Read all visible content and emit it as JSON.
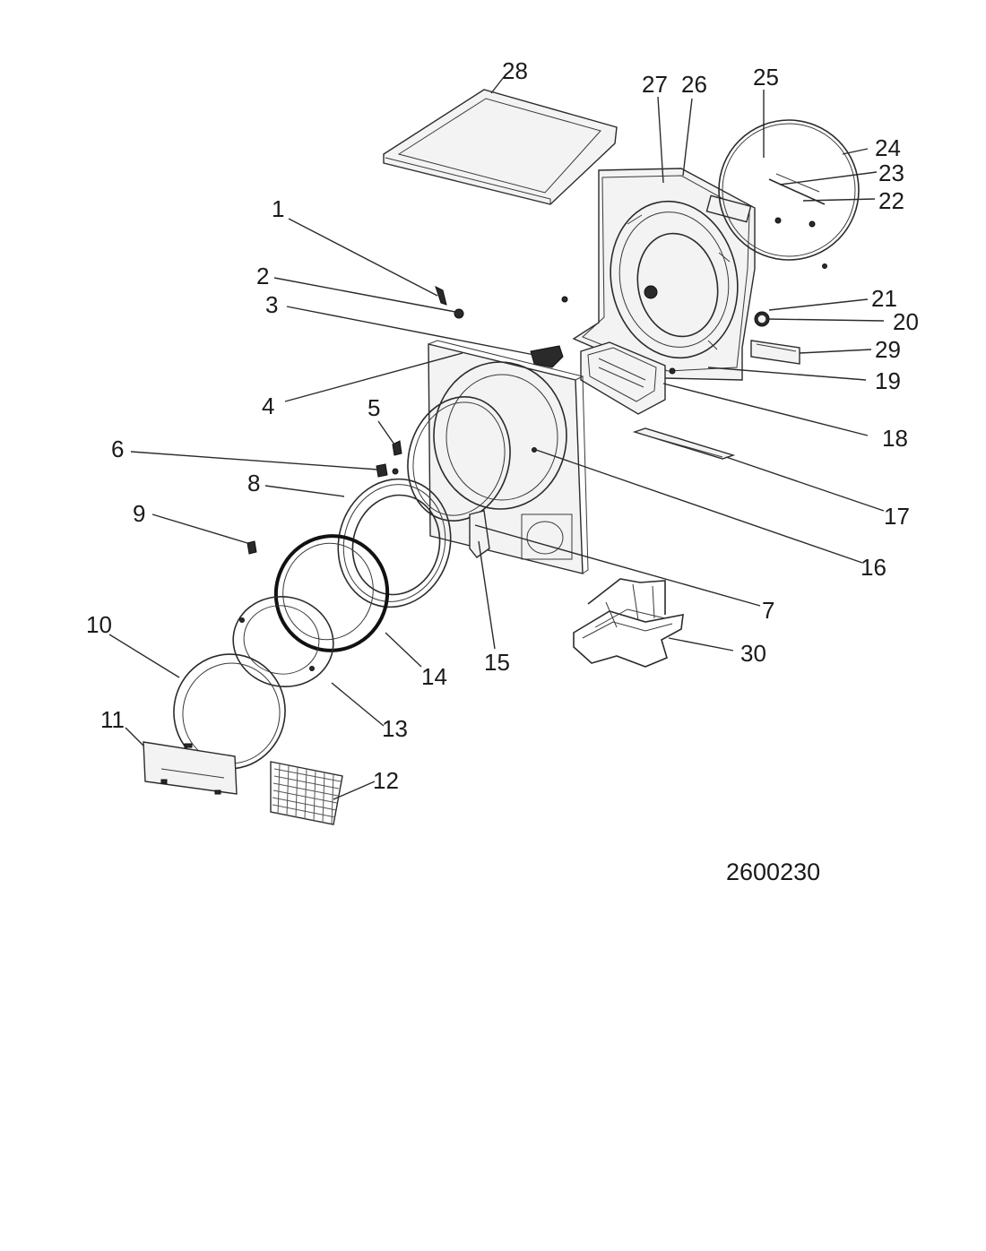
{
  "drawing_code": "2600230",
  "callouts": [
    {
      "id": "c1",
      "label": "1"
    },
    {
      "id": "c2",
      "label": "2"
    },
    {
      "id": "c3",
      "label": "3"
    },
    {
      "id": "c4",
      "label": "4"
    },
    {
      "id": "c5",
      "label": "5"
    },
    {
      "id": "c6",
      "label": "6"
    },
    {
      "id": "c7",
      "label": "7"
    },
    {
      "id": "c8",
      "label": "8"
    },
    {
      "id": "c9",
      "label": "9"
    },
    {
      "id": "c10",
      "label": "10"
    },
    {
      "id": "c11",
      "label": "11"
    },
    {
      "id": "c12",
      "label": "12"
    },
    {
      "id": "c13",
      "label": "13"
    },
    {
      "id": "c14",
      "label": "14"
    },
    {
      "id": "c15",
      "label": "15"
    },
    {
      "id": "c16",
      "label": "16"
    },
    {
      "id": "c17",
      "label": "17"
    },
    {
      "id": "c18",
      "label": "18"
    },
    {
      "id": "c19",
      "label": "19"
    },
    {
      "id": "c20",
      "label": "20"
    },
    {
      "id": "c21",
      "label": "21"
    },
    {
      "id": "c22",
      "label": "22"
    },
    {
      "id": "c23",
      "label": "23"
    },
    {
      "id": "c24",
      "label": "24"
    },
    {
      "id": "c25",
      "label": "25"
    },
    {
      "id": "c26",
      "label": "26"
    },
    {
      "id": "c27",
      "label": "27"
    },
    {
      "id": "c28",
      "label": "28"
    },
    {
      "id": "c29",
      "label": "29"
    },
    {
      "id": "c30",
      "label": "30"
    }
  ]
}
